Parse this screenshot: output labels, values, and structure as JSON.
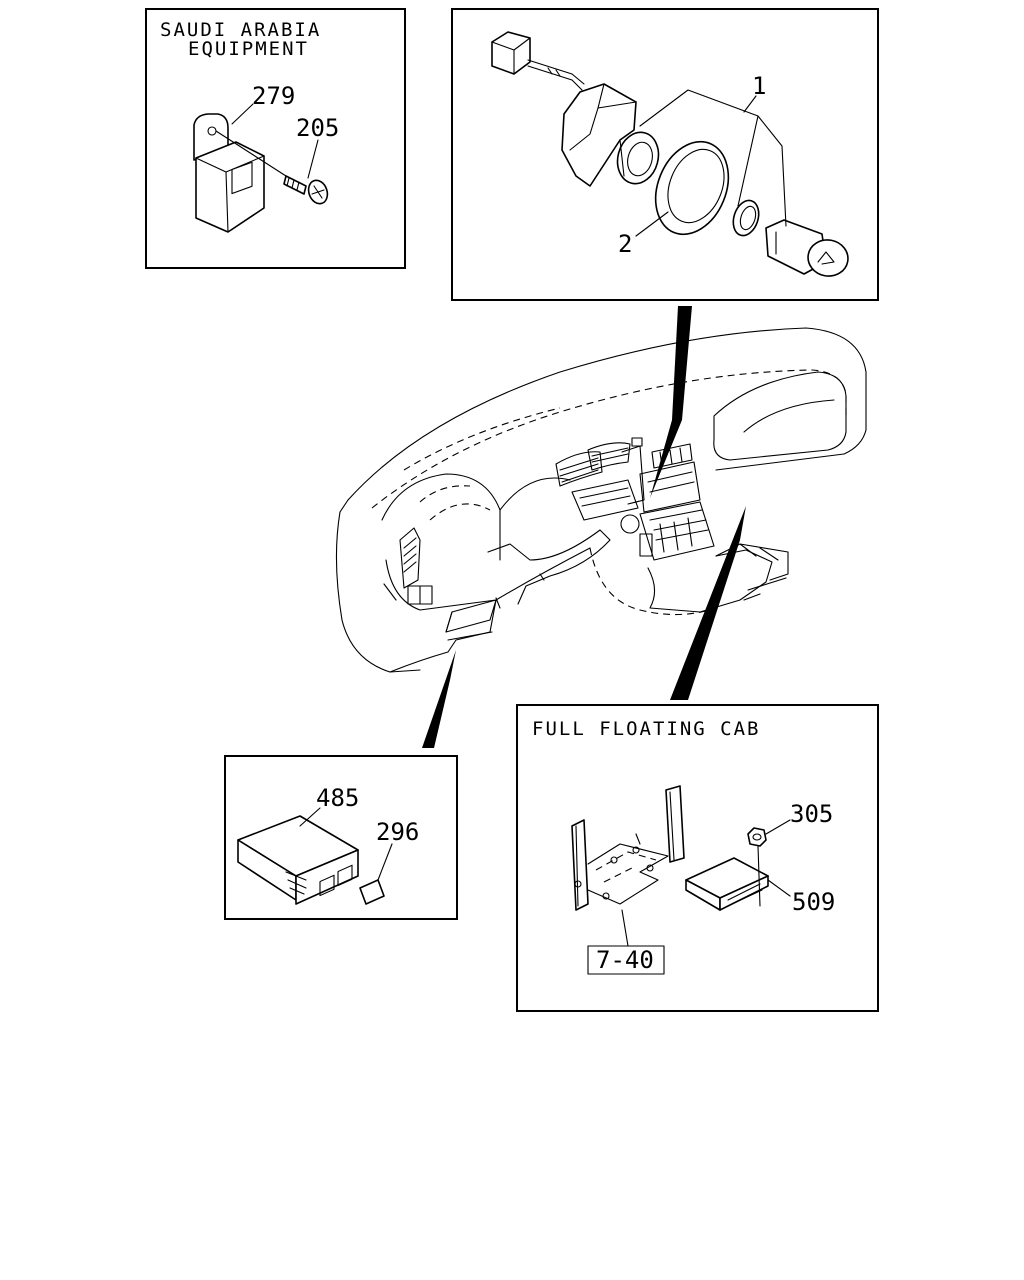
{
  "panels": {
    "saudi": {
      "caption_line1": "SAUDI ARABIA",
      "caption_line2": "EQUIPMENT",
      "labels": [
        "279",
        "205"
      ]
    },
    "cigar": {
      "labels": [
        "1",
        "2"
      ]
    },
    "radio": {
      "labels": [
        "485",
        "296"
      ]
    },
    "fullfloat": {
      "caption": "FULL FLOATING CAB",
      "labels": [
        "305",
        "509"
      ],
      "ref": "7-40"
    }
  }
}
